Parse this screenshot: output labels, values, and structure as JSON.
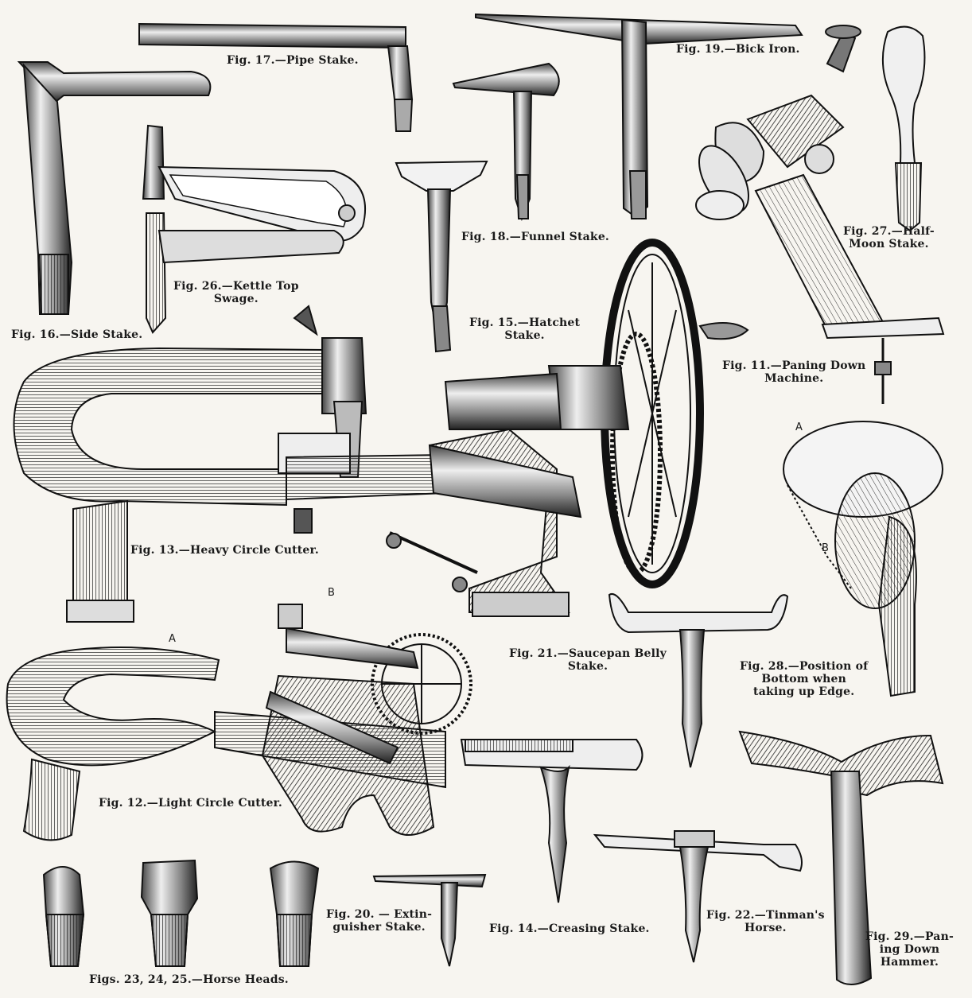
{
  "captions": {
    "fig17": "Fig. 17.—Pipe Stake.",
    "fig19": "Fig. 19.—Bick Iron.",
    "fig27": "Fig. 27.—Half-\nMoon Stake.",
    "fig18": "Fig. 18.—Funnel Stake.",
    "fig26": "Fig. 26.—Kettle Top\nSwage.",
    "fig16": "Fig. 16.—Side Stake.",
    "fig15": "Fig. 15.—Hatchet\nStake.",
    "fig11": "Fig. 11.—Paning Down\nMachine.",
    "fig13": "Fig. 13.—Heavy Circle Cutter.",
    "fig21": "Fig. 21.—Saucepan Belly\nStake.",
    "fig28": "Fig. 28.—Position of\nBottom when\ntaking up Edge.",
    "fig12": "Fig. 12.—Light Circle Cutter.",
    "fig20": "Fig. 20. — Extin-\nguisher Stake.",
    "fig14": "Fig. 14.—Creasing Stake.",
    "fig22": "Fig. 22.—Tinman's\nHorse.",
    "fig29": "Fig. 29.—Pan-\ning Down\nHammer.",
    "fig23_25": "Figs. 23, 24, 25.—Horse Heads."
  },
  "letters": {
    "fig28_a": "A",
    "fig28_b": "B",
    "fig12_a": "A",
    "fig12_b": "B"
  }
}
